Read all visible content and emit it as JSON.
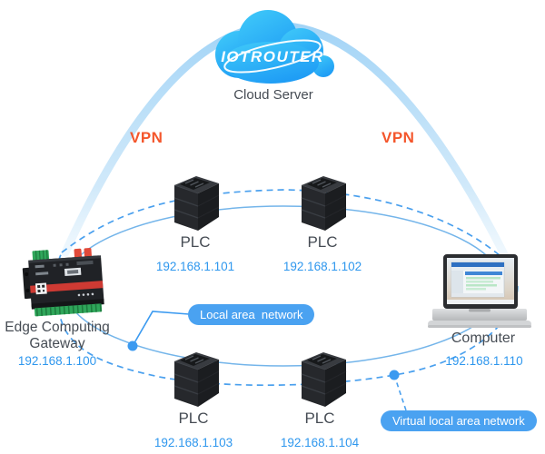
{
  "cloud": {
    "logo": "IOTROUTER",
    "caption": "Cloud Server",
    "icon": "cloud-icon",
    "color_top": "#41cbf9",
    "color_bottom": "#1f9df5"
  },
  "vpn": {
    "left_label": "VPN",
    "right_label": "VPN"
  },
  "nodes": {
    "gateway": {
      "name_line1": "Edge Computing",
      "name_line2": "Gateway",
      "ip": "192.168.1.100",
      "icon": "gateway-device-icon"
    },
    "plc1": {
      "name": "PLC",
      "ip": "192.168.1.101",
      "icon": "plc-device-icon"
    },
    "plc2": {
      "name": "PLC",
      "ip": "192.168.1.102",
      "icon": "plc-device-icon"
    },
    "plc3": {
      "name": "PLC",
      "ip": "192.168.1.103",
      "icon": "plc-device-icon"
    },
    "plc4": {
      "name": "PLC",
      "ip": "192.168.1.104",
      "icon": "plc-device-icon"
    },
    "computer": {
      "name": "Computer",
      "ip": "192.168.1.110",
      "icon": "laptop-icon"
    }
  },
  "network_tags": {
    "lan": "Local area  network",
    "vlan": "Virtual local area network"
  },
  "colors": {
    "accent-blue": "#2e97ee",
    "pill-blue": "#4aa2f1",
    "vpn-orange": "#f4562c",
    "line-solid": "#74b5ea",
    "line-dashed": "#4aa0ee",
    "label-dark": "#464c54",
    "dot-blue": "#3b9af0"
  }
}
